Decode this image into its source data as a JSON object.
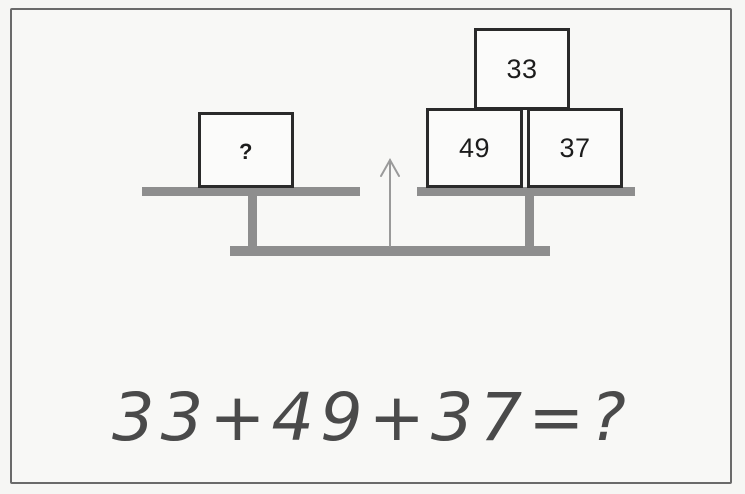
{
  "left_pan": {
    "box_label": "?"
  },
  "right_pan": {
    "top_box_label": "33",
    "bottom_left_box_label": "49",
    "bottom_right_box_label": "37"
  },
  "equation": {
    "text": "33+49+37=?",
    "parts": [
      "33",
      "+",
      "49",
      "+",
      "37",
      "=",
      "?"
    ]
  },
  "colors": {
    "ink": "#1c1c1c",
    "handwriting": "#4a4a4a",
    "balance": "#8e8e8e",
    "frame": "#6a6a6a"
  }
}
